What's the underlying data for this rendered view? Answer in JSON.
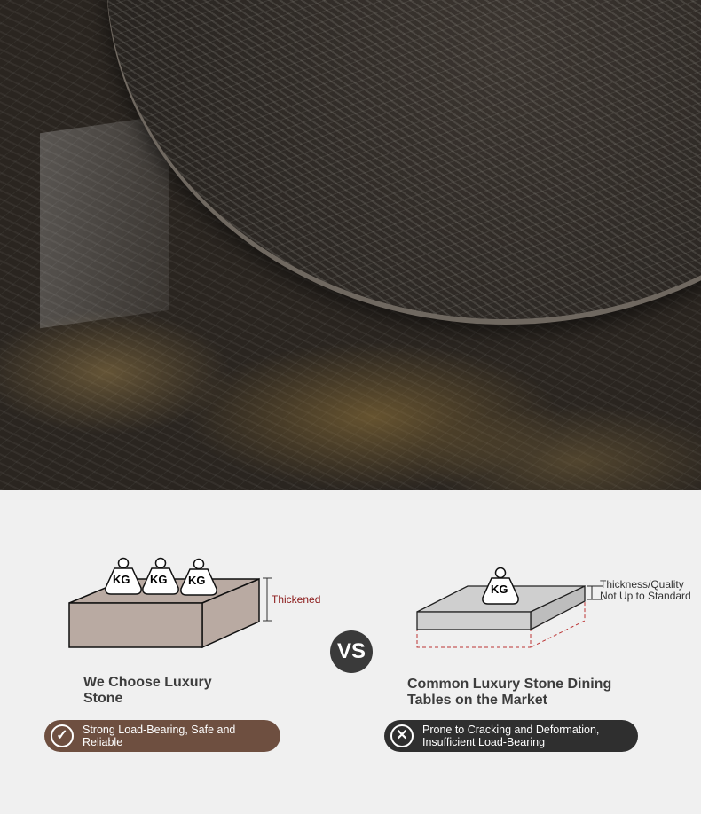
{
  "left": {
    "weight_labels": [
      "KG",
      "KG",
      "KG"
    ],
    "dimension_label": "Thickened",
    "heading": "We Choose Luxury Stone",
    "badge_text": "Strong Load-Bearing, Safe and Reliable",
    "badge_color": "#6e4f40"
  },
  "vs_label": "VS",
  "right": {
    "weight_label": "KG",
    "dimension_label": "Thickness/Quality Not Up to Standard",
    "heading": "Common Luxury Stone Dining Tables on the Market",
    "badge_text": "Prone to Cracking and Deformation, Insufficient Load-Bearing",
    "badge_color": "#2f2f2f"
  }
}
